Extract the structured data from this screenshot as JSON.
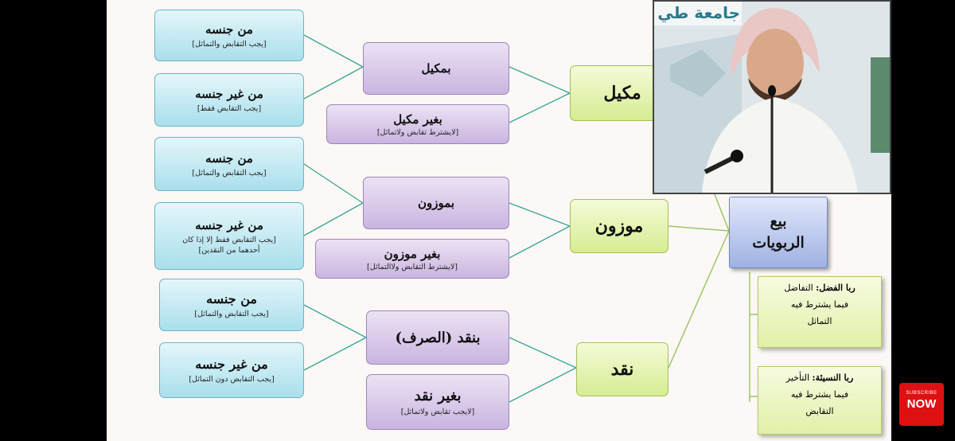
{
  "level1": {
    "makeel": {
      "label": "مكيل",
      "with": {
        "title": "بمكيل"
      },
      "without": {
        "title": "بغير مكيل",
        "note": "[لايشترط تقابض ولاتماثل]"
      },
      "same": {
        "title": "من جنسه",
        "note": "[يجب التقابض والتماثل]"
      },
      "diff": {
        "title": "من غير جنسه",
        "note": "[يجب التقابض فقط]"
      }
    },
    "mawzoon": {
      "label": "موزون",
      "with": {
        "title": "بموزون"
      },
      "without": {
        "title": "بغير موزون",
        "note": "[لايشترط التقابض ولاالتماثل]"
      },
      "same": {
        "title": "من جنسه",
        "note": "[يجب التقابض والتماثل]"
      },
      "diff": {
        "title": "من غير جنسه",
        "note_1": "[يجب التقابض فقط إلا إذا كان",
        "note_2": "أحدهما من النقدين]"
      }
    },
    "naqd": {
      "label": "نقد",
      "with": {
        "title": "بنقد (الصرف)"
      },
      "without": {
        "title": "بغير نقد",
        "note": "[لايجب تقابض ولاتماثل]"
      },
      "same": {
        "title": "من جنسه",
        "note": "[يجب التقابض والتماثل]"
      },
      "diff": {
        "title": "من غير جنسه",
        "note": "[يجب التقابض دون التماثل]"
      }
    }
  },
  "root": {
    "line1": "بيع",
    "line2": "الربويات"
  },
  "riba_fadl": {
    "term": "ربا الفضل:",
    "l1": "التفاضل",
    "l2": "فيما يشترط فيه",
    "l3": "التماثل"
  },
  "riba_nasiah": {
    "term": "ربا النسيئة:",
    "l1": "التأخير",
    "l2": "فيما يشترط فيه",
    "l3": "التقابض"
  },
  "video_overlay": {
    "banner_text": "جامعة طي"
  },
  "subscribe": {
    "line1": "SUBSCRIBE",
    "line2": "NOW"
  },
  "colors": {
    "cyan": "#a9dfec",
    "purple": "#c9b5e0",
    "green": "#d6ec92",
    "blue": "#9fb1e2",
    "line": "#8fbf5f"
  }
}
